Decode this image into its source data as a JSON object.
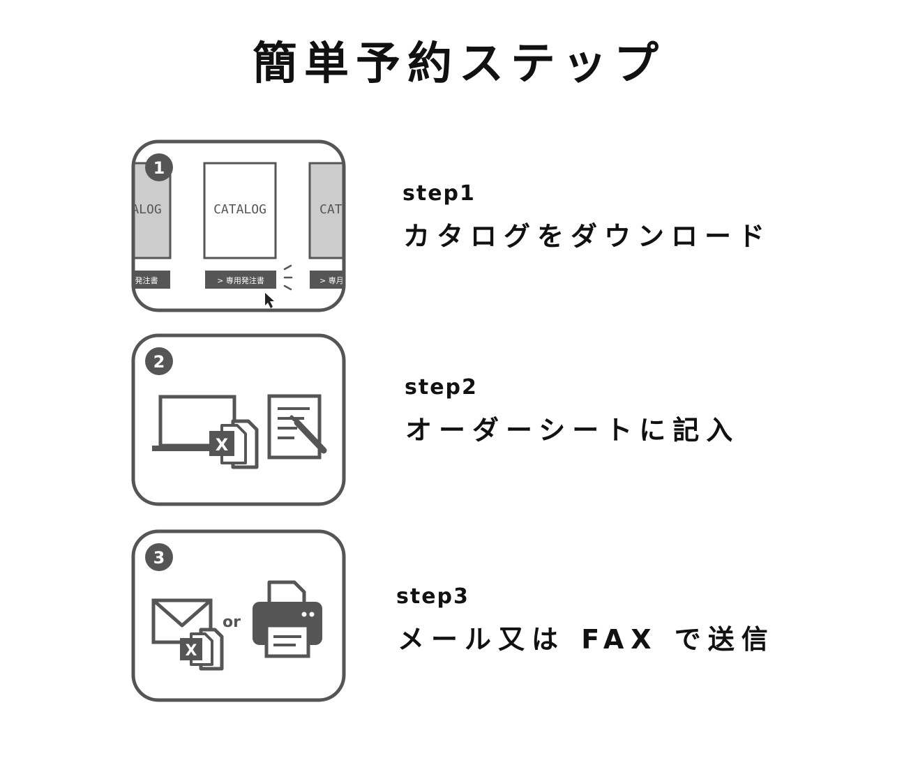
{
  "title": "簡単予約ステップ",
  "colors": {
    "frame": "#555555",
    "panel_fill": "#cccccc",
    "white": "#ffffff"
  },
  "steps": [
    {
      "label": "step1",
      "description": "カタログをダウンロード",
      "badge": "1",
      "catalog_text": "CATALOG",
      "catalog_left_text": "ALOG",
      "catalog_right_text": "CAT",
      "button_text": "> 専用発注書",
      "button_left_text": "発注書",
      "button_right_text": "> 専月",
      "icons": [
        "catalog-card-icon",
        "cursor-icon"
      ]
    },
    {
      "label": "step2",
      "description": "オーダーシートに記入",
      "badge": "2",
      "excel_letter": "X",
      "icons": [
        "laptop-icon",
        "excel-file-icon",
        "document-pen-icon"
      ]
    },
    {
      "label": "step3",
      "description": "メール又は FAX で送信",
      "badge": "3",
      "or_text": "or",
      "excel_letter": "X",
      "icons": [
        "envelope-icon",
        "excel-file-icon",
        "printer-icon"
      ]
    }
  ]
}
